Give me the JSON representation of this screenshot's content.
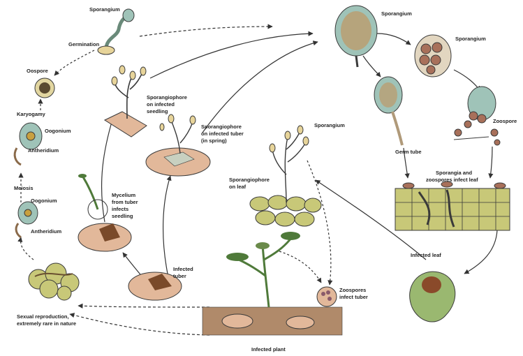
{
  "labels": {
    "sporangium_top_left": "Sporangium",
    "germination": "Germination",
    "oospore": "Oospore",
    "karyogamy": "Karyogamy",
    "oogonium_1": "Oogonium",
    "antheridium_1": "Antheridium",
    "meiosis": "Meiosis",
    "oogonium_2": "Oogonium",
    "antheridium_2": "Antheridium",
    "sexual_reproduction_l1": "Sexual reproduction,",
    "sexual_reproduction_l2": "extremely rare in nature",
    "sporangiophore_seedling_l1": "Sporangiophore",
    "sporangiophore_seedling_l2": "on infected",
    "sporangiophore_seedling_l3": "seedling",
    "sporangiophore_tuber_l1": "Sporangiophore",
    "sporangiophore_tuber_l2": "on infected tuber",
    "sporangiophore_tuber_l3": "(in spring)",
    "mycelium_l1": "Mycelium",
    "mycelium_l2": "from tuber",
    "mycelium_l3": "infects",
    "mycelium_l4": "seedling",
    "infected_tuber_l1": "Infected",
    "infected_tuber_l2": "tuber",
    "sporangium_center": "Sporangium",
    "sporangiophore_leaf_l1": "Sporangiophore",
    "sporangiophore_leaf_l2": "on leaf",
    "zoospores_tuber_l1": "Zoospores",
    "zoospores_tuber_l2": "infect tuber",
    "infected_plant": "Infected plant",
    "sporangium_top_right": "Sporangium",
    "sporangium_cluster": "Sporangium",
    "germ_tube": "Germ tube",
    "zoospore": "Zoospore",
    "sporangia_infect_l1": "Sporangia and",
    "sporangia_infect_l2": "zoospores infect leaf",
    "infected_leaf": "Infected leaf"
  },
  "colors": {
    "outline": "#3a3a3a",
    "spore_teal": "#9fc3b8",
    "spore_orange": "#c98a4a",
    "leaf_cell": "#c8c878",
    "tuber": "#e2b89a",
    "tuber_dark": "#7a4a2a",
    "plant_green": "#4f7a3a",
    "soil": "#b08a6a",
    "arrow": "#333333"
  }
}
